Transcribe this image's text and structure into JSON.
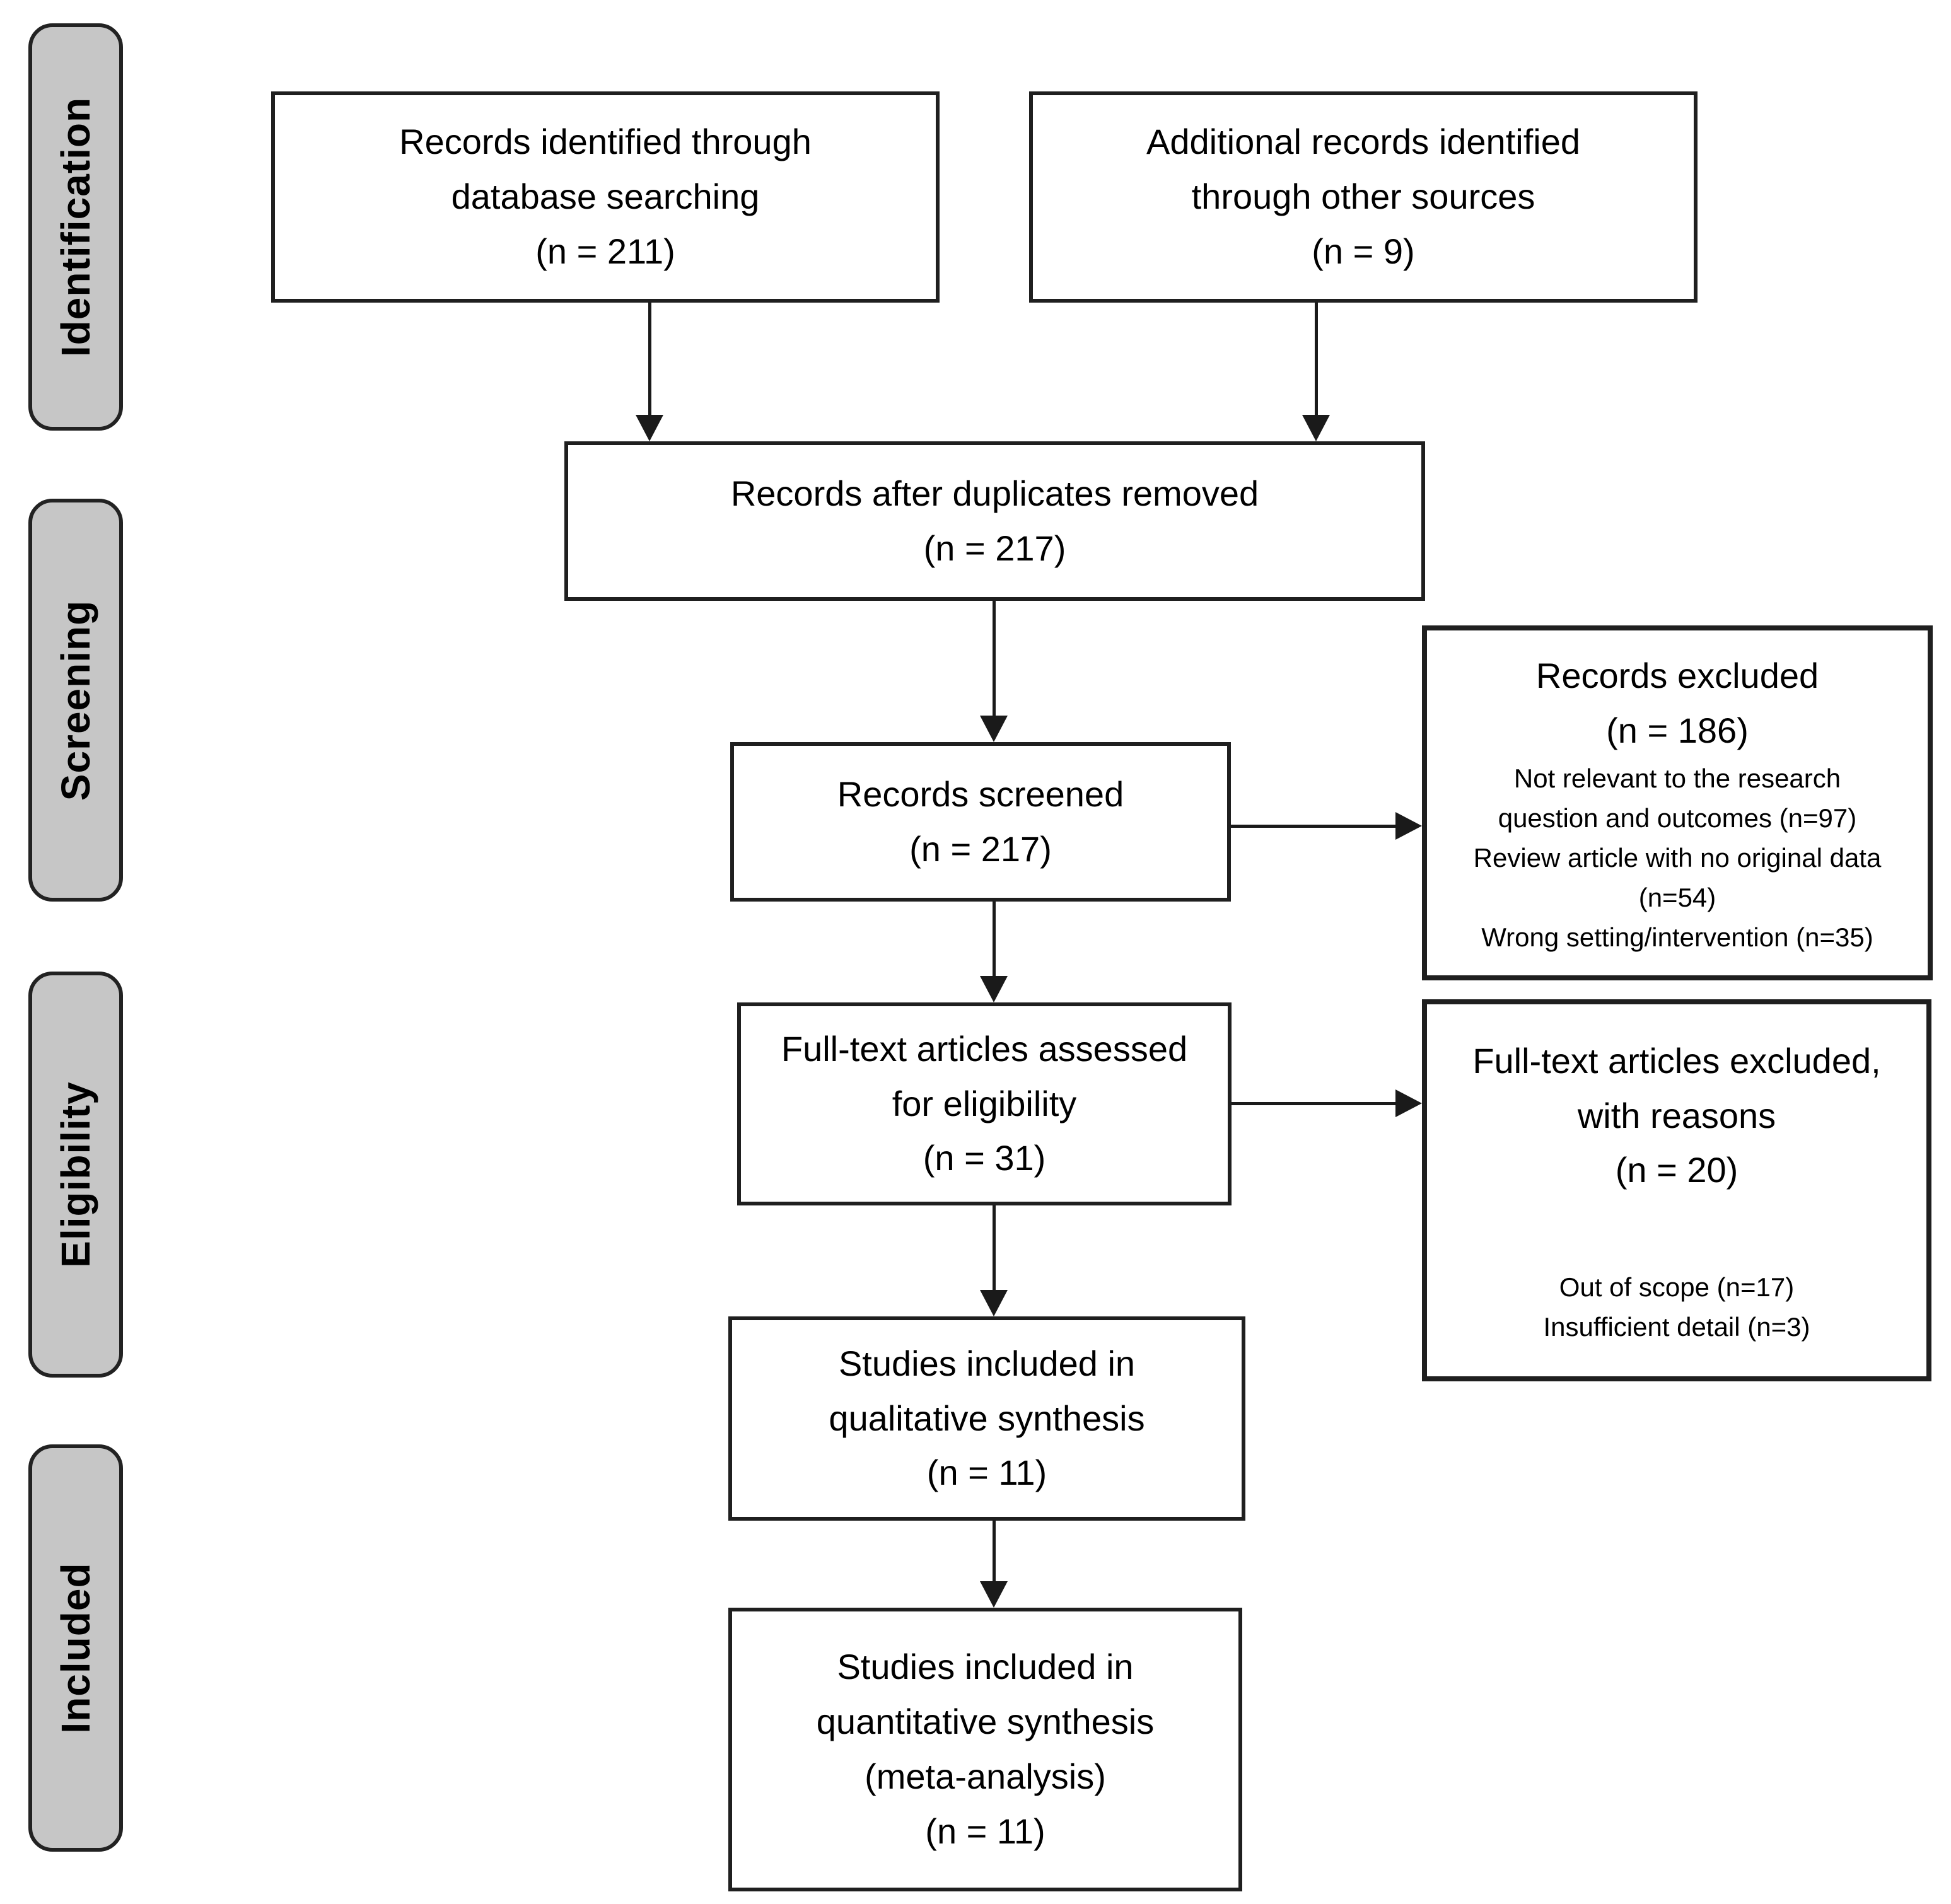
{
  "colors": {
    "background": "#ffffff",
    "box_border": "#1f1f1f",
    "tab_fill": "#c6c6c6",
    "tab_border": "#222222",
    "arrow": "#1a1a1a",
    "text": "#000000"
  },
  "stages": [
    {
      "id": "identification",
      "label": "Identification"
    },
    {
      "id": "screening",
      "label": "Screening"
    },
    {
      "id": "eligibility",
      "label": "Eligibility"
    },
    {
      "id": "included",
      "label": "Included"
    }
  ],
  "boxes": {
    "records_identified": {
      "lines": [
        "Records identified through",
        "database searching",
        "(n = 211)"
      ]
    },
    "additional_records": {
      "lines": [
        "Additional records identified",
        "through other sources",
        "(n = 9)"
      ]
    },
    "after_duplicates": {
      "lines": [
        "Records after duplicates removed",
        "(n = 217)"
      ]
    },
    "records_screened": {
      "lines": [
        "Records screened",
        "(n = 217)"
      ]
    },
    "records_excluded": {
      "title_lines": [
        "Records excluded",
        "(n = 186)"
      ],
      "detail_lines": [
        "Not relevant to the research",
        "question and outcomes (n=97)",
        "Review article with no original data",
        "(n=54)",
        "Wrong setting/intervention (n=35)"
      ]
    },
    "fulltext_assessed": {
      "lines": [
        "Full-text articles assessed",
        "for eligibility",
        "(n = 31)"
      ]
    },
    "fulltext_excluded": {
      "title_lines": [
        "Full-text articles excluded,",
        "with reasons",
        "(n = 20)"
      ],
      "detail_lines": [
        "Out of scope (n=17)",
        "Insufficient detail (n=3)"
      ]
    },
    "qualitative_synthesis": {
      "lines": [
        "Studies included in",
        "qualitative synthesis",
        "(n = 11)"
      ]
    },
    "quantitative_synthesis": {
      "lines": [
        "Studies included in",
        "quantitative synthesis",
        "(meta-analysis)",
        "(n = 11)"
      ]
    }
  }
}
